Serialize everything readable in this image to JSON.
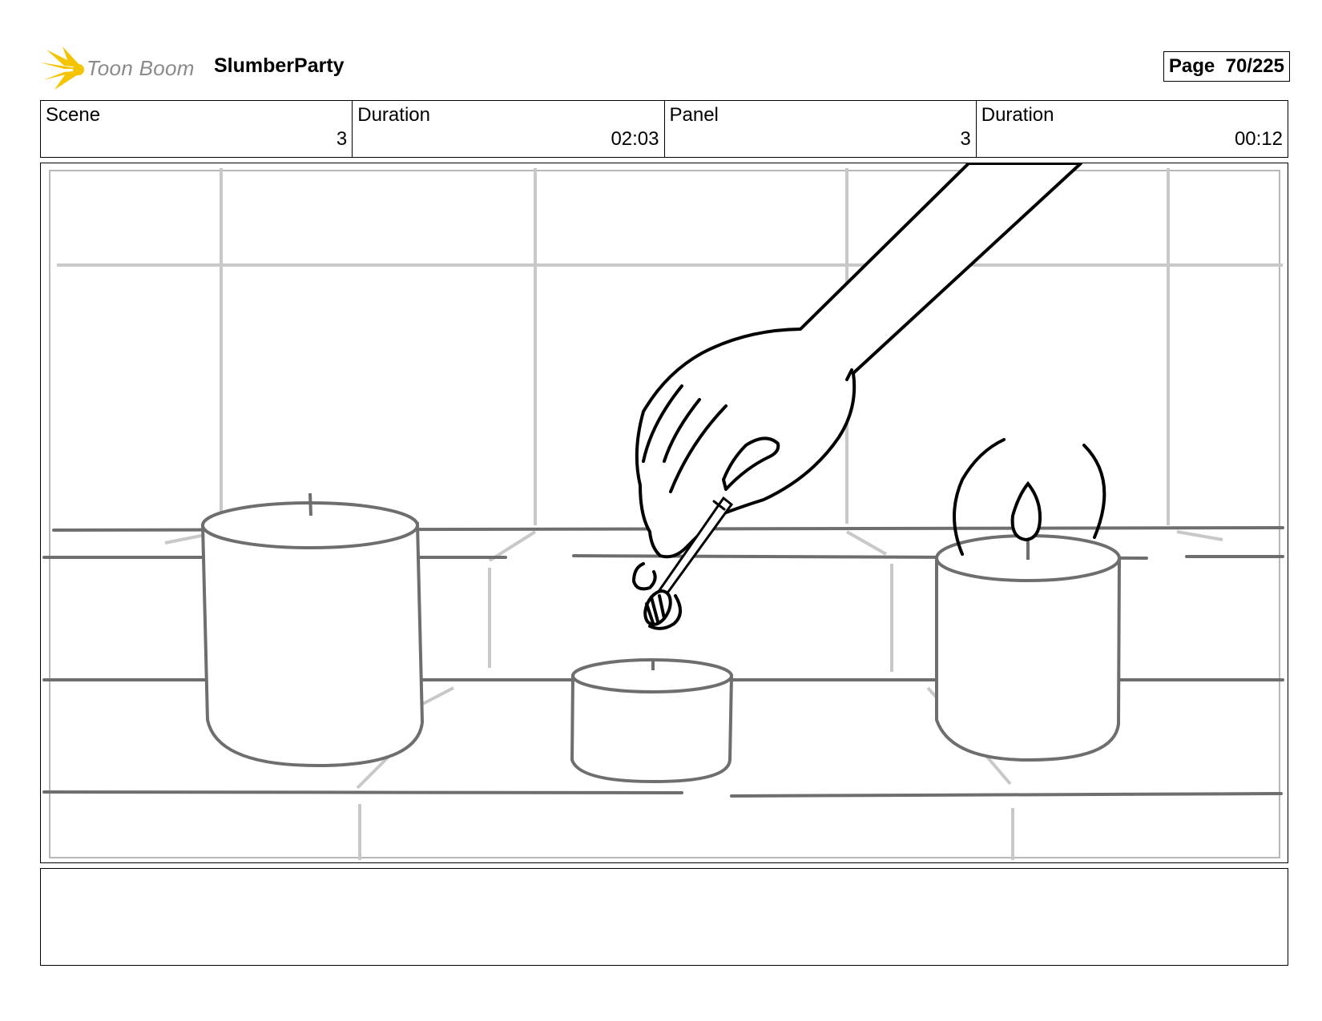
{
  "header": {
    "logo_text": "Toon Boom",
    "logo_icon": "toon-boom-burst-icon",
    "project_title": "SlumberParty",
    "page_label": "Page",
    "page_number": "70/225"
  },
  "info": {
    "scene_label": "Scene",
    "scene_value": "3",
    "scene_duration_label": "Duration",
    "scene_duration_value": "02:03",
    "panel_label": "Panel",
    "panel_value": "3",
    "panel_duration_label": "Duration",
    "panel_duration_value": "00:12"
  },
  "notes": {
    "text": ""
  },
  "colors": {
    "logo_accent": "#f5c400",
    "guide_gray": "#c8c8c8",
    "prop_gray": "#6e6e6e",
    "ink": "#000000"
  }
}
